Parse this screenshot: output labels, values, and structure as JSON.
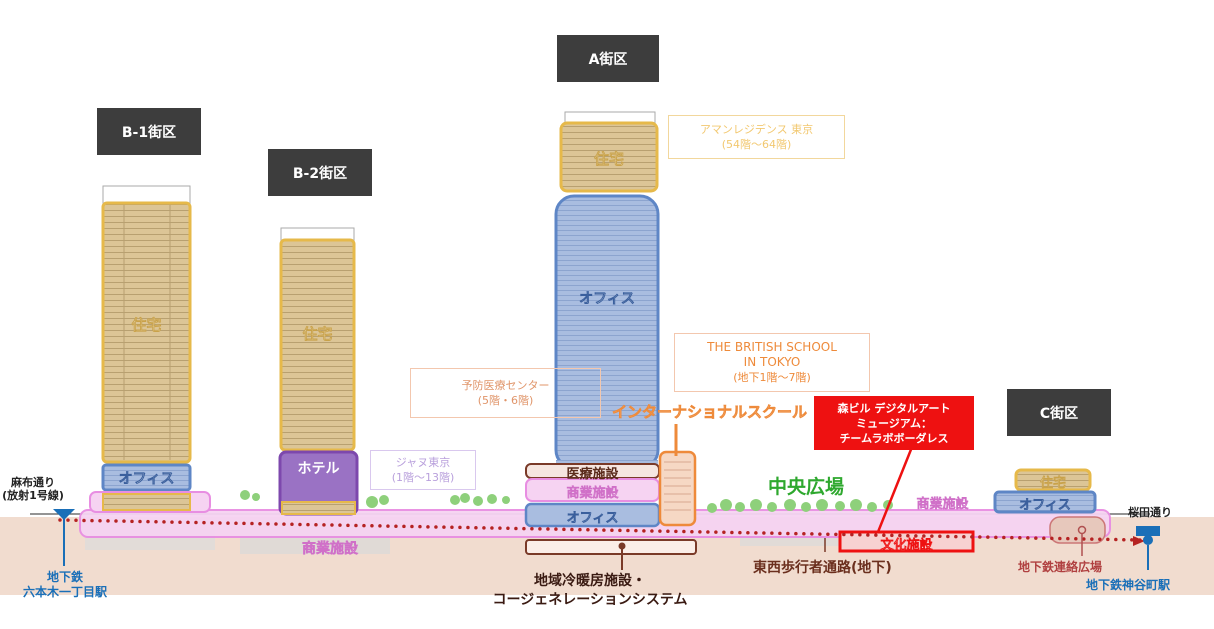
{
  "districts": {
    "a": "A街区",
    "b1": "B-1街区",
    "b2": "B-2街区",
    "c": "C街区"
  },
  "uses": {
    "b1_residence": "住宅",
    "b1_office": "オフィス",
    "b2_residence": "住宅",
    "b2_hotel": "ホテル",
    "a_residence": "住宅",
    "a_office": "オフィス",
    "a_medical": "医療施設",
    "a_commercial": "商業施設",
    "a_office_low": "オフィス",
    "commercial_podium": "商業施設",
    "c_residence": "住宅",
    "c_office": "オフィス",
    "c_commercial": "商業施設",
    "culture": "文化施設"
  },
  "callouts": {
    "aman_line1": "アマンレジデンス 東京",
    "aman_line2": "(54階～64階)",
    "school_line1": "THE BRITISH SCHOOL",
    "school_line2": "IN TOKYO",
    "school_line3": "(地下1階～7階)",
    "preventive_line1": "予防医療センター",
    "preventive_line2": "(5階・6階)",
    "janu_line1": "ジャヌ東京",
    "janu_line2": "(1階～13階)",
    "international_school": "インターナショナルスクール",
    "central_plaza": "中央広場",
    "museum_line1": "森ビル デジタルアート",
    "museum_line2": "ミュージアム：",
    "museum_line3": "チームラボボーダレス"
  },
  "ground": {
    "left_street_line1": "麻布通り",
    "left_street_line2": "(放射1号線)",
    "right_street": "桜田通り",
    "left_station_line1": "地下鉄",
    "left_station_line2": "六本木一丁目駅",
    "right_station": "地下鉄神谷町駅",
    "concourse": "地下鉄連絡広場",
    "passage": "東西歩行者通路(地下)",
    "dhc_line1": "地域冷暖房施設・",
    "dhc_line2": "コージェネレーションシステム"
  },
  "colors": {
    "residence": "#e6b94a",
    "office": "#5e86c6",
    "hotel": "#8a58b8",
    "commercial": "#e88ee2",
    "medical": "#7a3a28",
    "culture": "#ee1111",
    "plaza": "#2ea82e",
    "accent_orange": "#ee8a3a",
    "station": "#1a6fb8"
  }
}
